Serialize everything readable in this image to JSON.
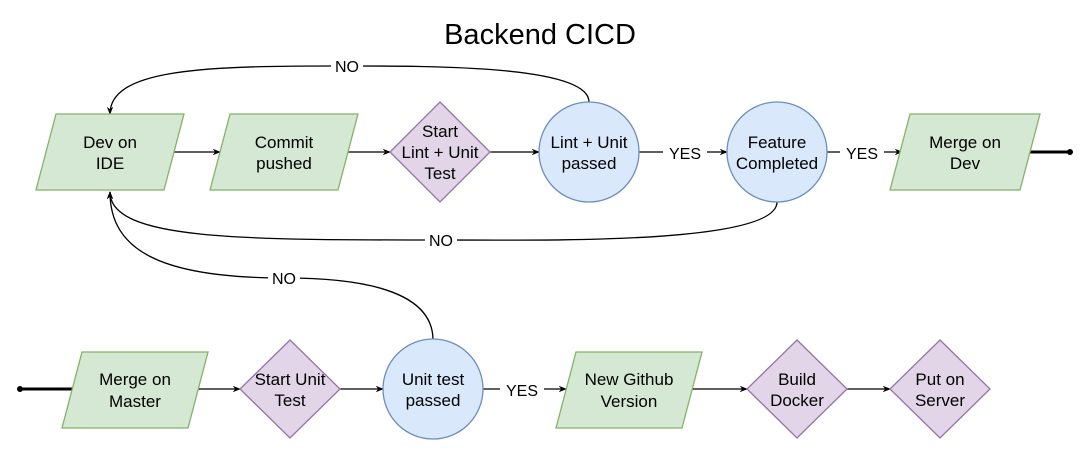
{
  "title": "Backend CICD",
  "colors": {
    "parallelogram_fill": "#d5e8d4",
    "parallelogram_stroke": "#82b366",
    "diamond_fill": "#e1d5e7",
    "diamond_stroke": "#9673a6",
    "circle_fill": "#dae8fc",
    "circle_stroke": "#6c8ebf"
  },
  "nodes": {
    "dev_ide": {
      "line1": "Dev on",
      "line2": "IDE"
    },
    "commit": {
      "line1": "Commit",
      "line2": "pushed"
    },
    "start_lint": {
      "line1": "Start",
      "line2": "Lint + Unit",
      "line3": "Test"
    },
    "lint_passed": {
      "line1": "Lint + Unit",
      "line2": "passed"
    },
    "feature_completed": {
      "line1": "Feature",
      "line2": "Completed"
    },
    "merge_dev": {
      "line1": "Merge on",
      "line2": "Dev"
    },
    "merge_master": {
      "line1": "Merge on",
      "line2": "Master"
    },
    "start_unit": {
      "line1": "Start Unit",
      "line2": "Test"
    },
    "unit_passed": {
      "line1": "Unit test",
      "line2": "passed"
    },
    "github_version": {
      "line1": "New Github",
      "line2": "Version"
    },
    "build_docker": {
      "line1": "Build",
      "line2": "Docker"
    },
    "put_server": {
      "line1": "Put on",
      "line2": "Server"
    }
  },
  "edges": {
    "lint_no": "NO",
    "lint_yes": "YES",
    "feature_yes": "YES",
    "feature_no": "NO",
    "unit_no": "NO",
    "unit_yes": "YES"
  }
}
